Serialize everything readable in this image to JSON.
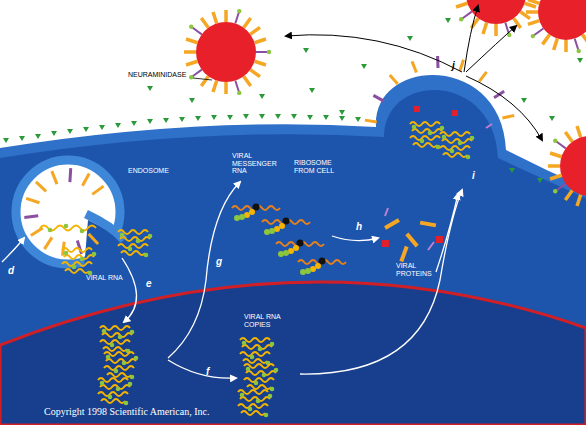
{
  "diagram": {
    "labels": [
      "NEURAMINIDASE",
      "ENDOSOME",
      "VIRAL RNA",
      "VIRAL MESSENGER RNA",
      "RIBOSOME FROM CELL",
      "VIRAL PROTEINS",
      "VIRAL RNA COPIES",
      "d",
      "e",
      "f",
      "g",
      "h",
      "i",
      "j",
      "Copyright 1998 Scientific American, Inc."
    ]
  }
}
